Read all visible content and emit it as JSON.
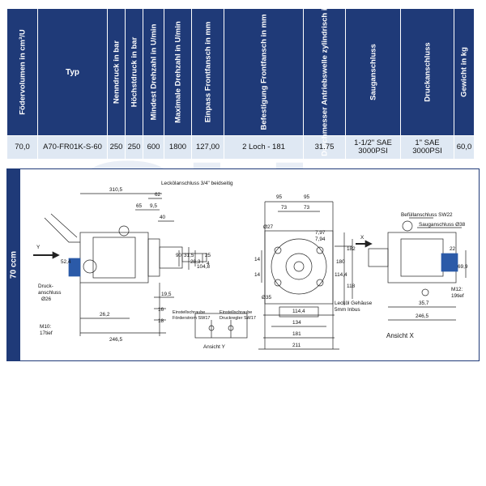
{
  "table": {
    "headers": [
      "Födervolumen in cm³/U",
      "Typ",
      "Nenndruck in bar",
      "Höchstdruck in bar",
      "Mindest Drehzahl in U/min",
      "Maximale Drehzahl in U/min",
      "Einpass Frontfansch in mm",
      "Befestigung Frontfansch in mm",
      "Durchmesser Antriebswelle zylindrisch in mm",
      "Sauganschluss",
      "Druckanschluss",
      "Gewicht in kg"
    ],
    "row": [
      "70,0",
      "A70-FR01K-S-60",
      "250",
      "250",
      "600",
      "1800",
      "127,00",
      "2 Loch - 181",
      "31,75",
      "1-1/2\" SAE 3000PSI",
      "1\" SAE 3000PSI",
      "60,0"
    ]
  },
  "drawing": {
    "side_label": "70 ccm",
    "labels": {
      "leak": "Leckölanschluss 3/4\" beidseitig",
      "d310": "310,5",
      "d62": "62",
      "d65": "65",
      "d95a": "9,5",
      "d40": "40",
      "y": "Y",
      "druck1": "Druck-",
      "druck2": "anschluss",
      "druck3": "Ø26",
      "m10a": "M10:",
      "m10b": "17tief",
      "d524": "52,4",
      "d195": "19,5",
      "d16": "16",
      "d18": "18",
      "d262": "26,2",
      "d2465a": "246,5",
      "e1": "Einstellschraube",
      "e2": "Förderstrom SW17",
      "e3": "Einstellschraube",
      "e4": "Druckregler SW17",
      "ansicht_y": "Ansicht Y",
      "d95b": "95",
      "d95c": "95",
      "d73a": "73",
      "d73b": "73",
      "d27": "Ø27",
      "d35": "Ø35",
      "d14a": "14",
      "d14b": "14",
      "d1144a": "114,4",
      "d1144b": "114,4",
      "d134": "134",
      "d181": "181",
      "d211": "211",
      "d797": "7,97",
      "d794": "7,94",
      "d182": "182",
      "d180": "180",
      "d118": "118",
      "x": "X",
      "befuell": "Befüllanschluss SW22",
      "saug": "Sauganschluss Ø38",
      "d22": "22",
      "d699": "69,9",
      "m12a": "M12:",
      "m12b": "19tief",
      "d357": "35,7",
      "d2465b": "246,5",
      "lg1": "Lecköl Gehäuse",
      "lg2": "5mm Inbus",
      "ansicht_x": "Ansicht X",
      "d90": "90",
      "d315": "31,5",
      "d283": "28,3",
      "d1048": "104,8",
      "d25": "25",
      "d4": "4"
    }
  }
}
